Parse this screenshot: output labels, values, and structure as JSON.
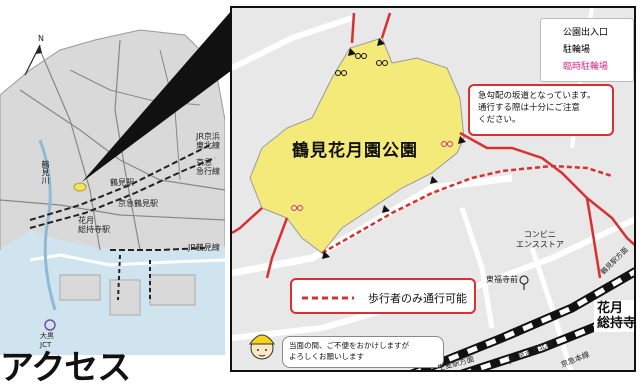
{
  "overview": {
    "compass_n": "N",
    "stations": {
      "tsurumi": "鶴見駅",
      "keikyu_tsurumi": "京急鶴見駅",
      "kagetsu": "花月\n総持寺駅",
      "jr_keihin": "JR京浜\n東北線",
      "keikyu_line": "京急\n急行線",
      "jr_tsurumi_line": "JR鶴見線",
      "tsurumi_river": "鶴見川",
      "keikyu_daishi": "大黒\nJCT"
    }
  },
  "detail": {
    "park_name": "鶴見花月園公園",
    "legend": {
      "entrance": "公園出入口",
      "bicycle": "駐輪場",
      "temp_bicycle": "臨時駐輪場"
    },
    "legend_colors": {
      "entrance": "#111111",
      "bicycle": "#111111",
      "temp_bicycle": "#d0308a"
    },
    "notice_slope": "急勾配の坂道となっています。\n通行する際は十分にご注意\nください。",
    "pedestrian_only": "歩行者のみ通行可能",
    "construction_note": "当面の間、ご不便をおかけしますが\nよろしくお願いします",
    "convenience_store": "コンビニ\nエンスストア",
    "temple": "東福寺前",
    "station": "花月\n総持寺駅",
    "rail_jr": "JR 京浜東北線",
    "rail_keikyu": "京急本線",
    "direction_namamugi": "生麦駅方面",
    "direction_tsurumi": "鶴見駅方面"
  },
  "heading": "アクセス"
}
